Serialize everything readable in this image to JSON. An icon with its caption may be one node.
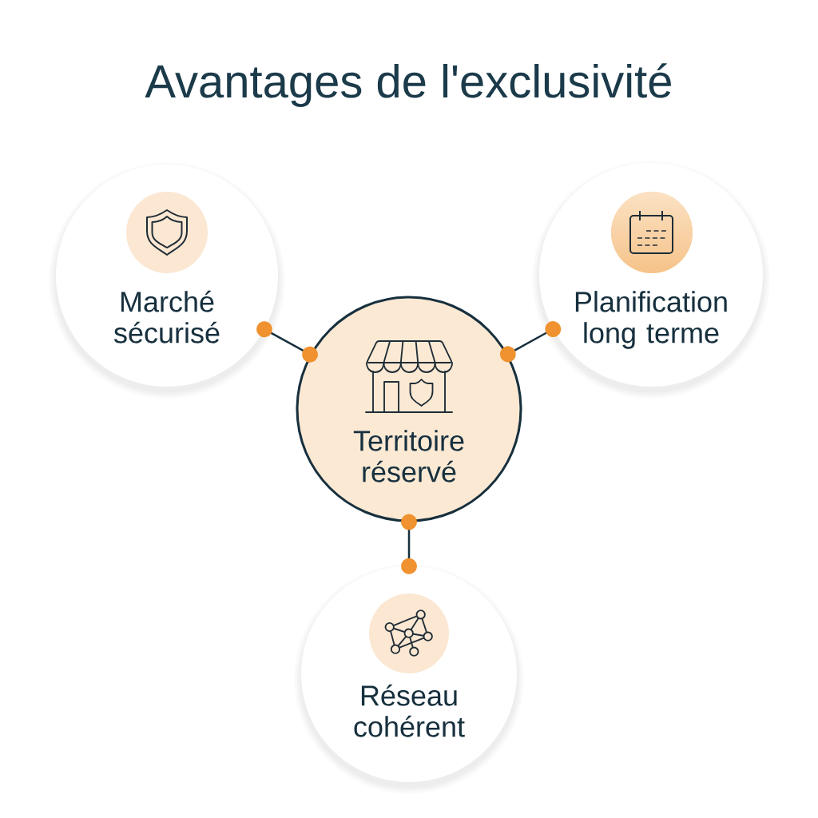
{
  "diagram": {
    "title": "Avantages de l'exclusivité",
    "nodes": [
      {
        "text": [
          "Marché sécurisé"
        ]
      },
      {
        "text": [
          "Planification long terme"
        ]
      },
      {
        "text": [
          "Territoire réservé"
        ]
      },
      {
        "text": [
          "Réseau cohérent"
        ]
      }
    ],
    "edges": [
      {
        "from": 2,
        "to": 0,
        "arrow": "other"
      },
      {
        "from": 2,
        "to": 1,
        "arrow": "other"
      },
      {
        "from": 2,
        "to": 3,
        "arrow": "other"
      }
    ]
  }
}
